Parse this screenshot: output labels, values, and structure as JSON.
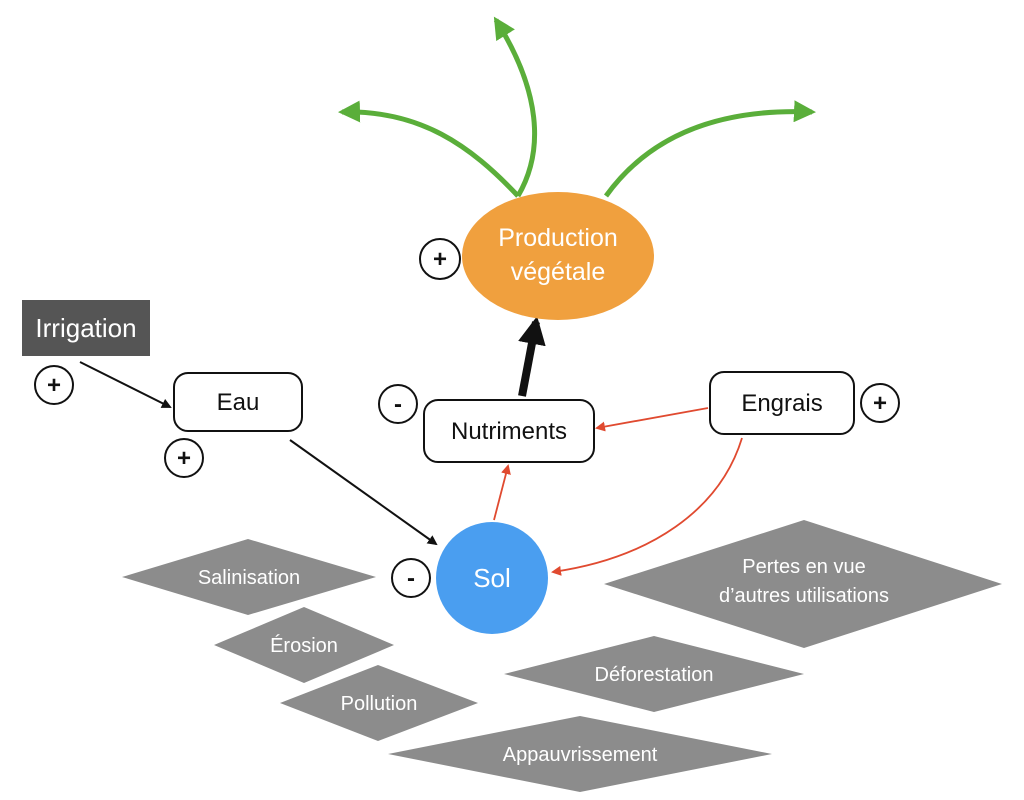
{
  "nodes": {
    "irrigation": "Irrigation",
    "eau": "Eau",
    "nutriments": "Nutriments",
    "engrais": "Engrais",
    "sol": "Sol",
    "production_line1": "Production",
    "production_line2": "végétale"
  },
  "threats": {
    "salinisation": "Salinisation",
    "erosion": "Érosion",
    "pollution": "Pollution",
    "pertes_line1": "Pertes en vue",
    "pertes_line2": "d’autres utilisations",
    "deforestation": "Déforestation",
    "appauvrissement": "Appauvrissement"
  },
  "signs": {
    "irrigation": "+",
    "eau": "+",
    "production": "+",
    "nutriments": "-",
    "engrais": "+",
    "sol": "-"
  },
  "colors": {
    "production": "#F0A03E",
    "sol": "#4A9EF0",
    "irrigation_box": "#555555",
    "diamond": "#8C8C8C",
    "green_arrow": "#5AAE3A",
    "red_arrow": "#E04A30",
    "black_arrow": "#111111"
  }
}
